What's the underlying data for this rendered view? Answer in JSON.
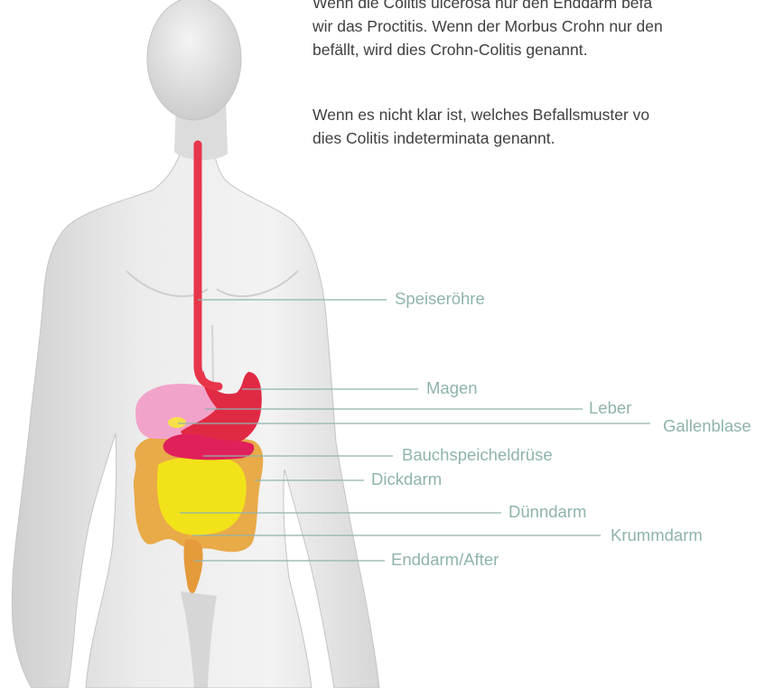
{
  "text": {
    "paragraph1": [
      "Wenn die Colitis ulcerosa nur den Enddarm befä",
      "wir das Proctitis. Wenn der Morbus Crohn nur den",
      "befällt, wird dies Crohn-Colitis genannt."
    ],
    "paragraph2": [
      "Wenn es nicht klar ist, welches Befallsmuster vo",
      "dies Colitis indeterminata genannt."
    ]
  },
  "labels": {
    "speiseroehre": "Speiseröhre",
    "magen": "Magen",
    "leber": "Leber",
    "gallenblase": "Gallenblase",
    "bauchspeicheldruese": "Bauchspeicheldrüse",
    "dickdarm": "Dickdarm",
    "duenndarm": "Dünndarm",
    "krummdarm": "Krummdarm",
    "enddarm": "Enddarm/After"
  },
  "colors": {
    "leader_line": "#8fb3ad",
    "label_text": "#8fb3ad",
    "body_text": "#3f3f3f",
    "esophagus": "#e8354a",
    "stomach": "#e02a44",
    "liver": "#f2a3c9",
    "gallbladder": "#f6e04a",
    "pancreas": "#e0205a",
    "colon": "#e8a43a",
    "small_intestine": "#f2e21a",
    "rectum": "#e59a3a"
  }
}
